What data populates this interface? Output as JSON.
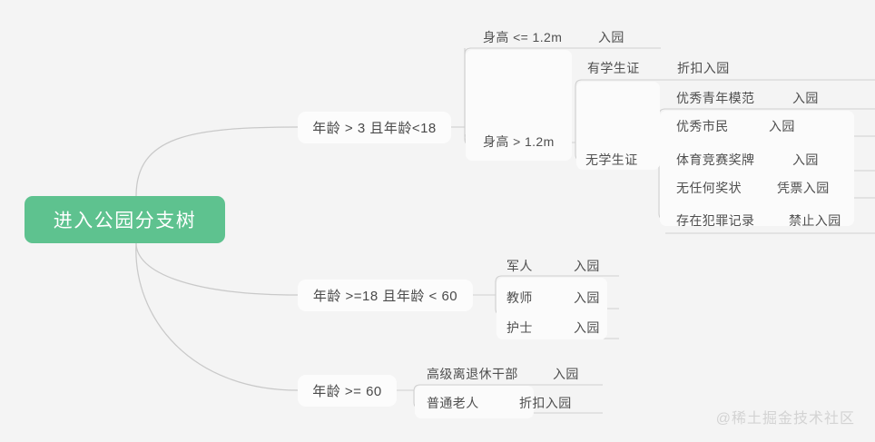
{
  "diagram": {
    "title": "进入公园分支树",
    "watermark": "@稀土掘金技术社区",
    "colors": {
      "root_fill": "#5ec28f",
      "root_text": "#ffffff",
      "node_fill": "#fcfcfc",
      "card_fill": "#fbfbfb",
      "line": "#c9c9c9",
      "text": "#4a4a4a",
      "background": "#f4f4f4",
      "watermark": "#d3d3d3"
    },
    "root": {
      "label": "进入公园分支树"
    },
    "branches": [
      {
        "id": "branch-minor",
        "label": "年龄 > 3 且年龄<18",
        "children": [
          {
            "id": "height-low",
            "label": "身高 <= 1.2m",
            "outcome": "入园",
            "children": []
          },
          {
            "id": "height-high",
            "label": "身高 > 1.2m",
            "outcome": "",
            "children": [
              {
                "id": "has-student-id",
                "label": "有学生证",
                "outcome": "折扣入园",
                "children": []
              },
              {
                "id": "no-student-id",
                "label": "无学生证",
                "outcome": "",
                "children": [
                  {
                    "id": "youth-model",
                    "label": "优秀青年模范",
                    "outcome": "入园"
                  },
                  {
                    "id": "good-citizen",
                    "label": "优秀市民",
                    "outcome": "入园"
                  },
                  {
                    "id": "sports-medal",
                    "label": "体育竞赛奖牌",
                    "outcome": "入园"
                  },
                  {
                    "id": "no-award",
                    "label": "无任何奖状",
                    "outcome": "凭票入园"
                  },
                  {
                    "id": "criminal-record",
                    "label": "存在犯罪记录",
                    "outcome": "禁止入园"
                  }
                ]
              }
            ]
          }
        ]
      },
      {
        "id": "branch-adult",
        "label": "年龄 >=18 且年龄 < 60",
        "children": [
          {
            "id": "soldier",
            "label": "军人",
            "outcome": "入园"
          },
          {
            "id": "teacher",
            "label": "教师",
            "outcome": "入园"
          },
          {
            "id": "nurse",
            "label": "护士",
            "outcome": "入园"
          }
        ]
      },
      {
        "id": "branch-senior",
        "label": "年龄 >= 60",
        "children": [
          {
            "id": "senior-cadre",
            "label": "高级离退休干部",
            "outcome": "入园"
          },
          {
            "id": "ordinary-senior",
            "label": "普通老人",
            "outcome": "折扣入园"
          }
        ]
      }
    ]
  }
}
